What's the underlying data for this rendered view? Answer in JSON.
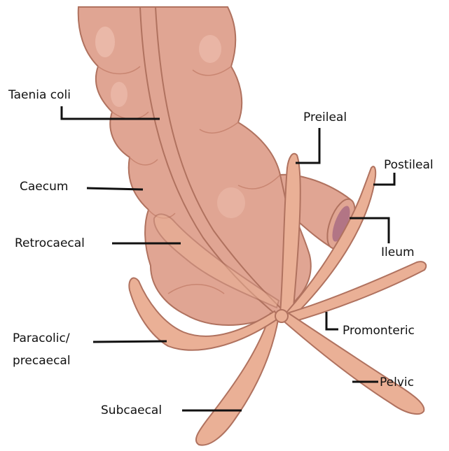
{
  "diagram": {
    "labels": {
      "taenia_coli": "Taenia coli",
      "preileal": "Preileal",
      "postileal": "Postileal",
      "caecum": "Caecum",
      "retrocaecal": "Retrocaecal",
      "ileum": "Ileum",
      "paracolic_line1": "Paracolic/",
      "paracolic_line2": "precaecal",
      "promonteric": "Promonteric",
      "pelvic": "Pelvic",
      "subcaecal": "Subcaecal"
    },
    "colors": {
      "tissue_fill": "#e0a593",
      "tissue_light": "#eec0b0",
      "appendix_fill": "#eab096",
      "outline": "#b0725f",
      "ileum_lumen": "#b27585",
      "leader_line": "#111111"
    }
  }
}
